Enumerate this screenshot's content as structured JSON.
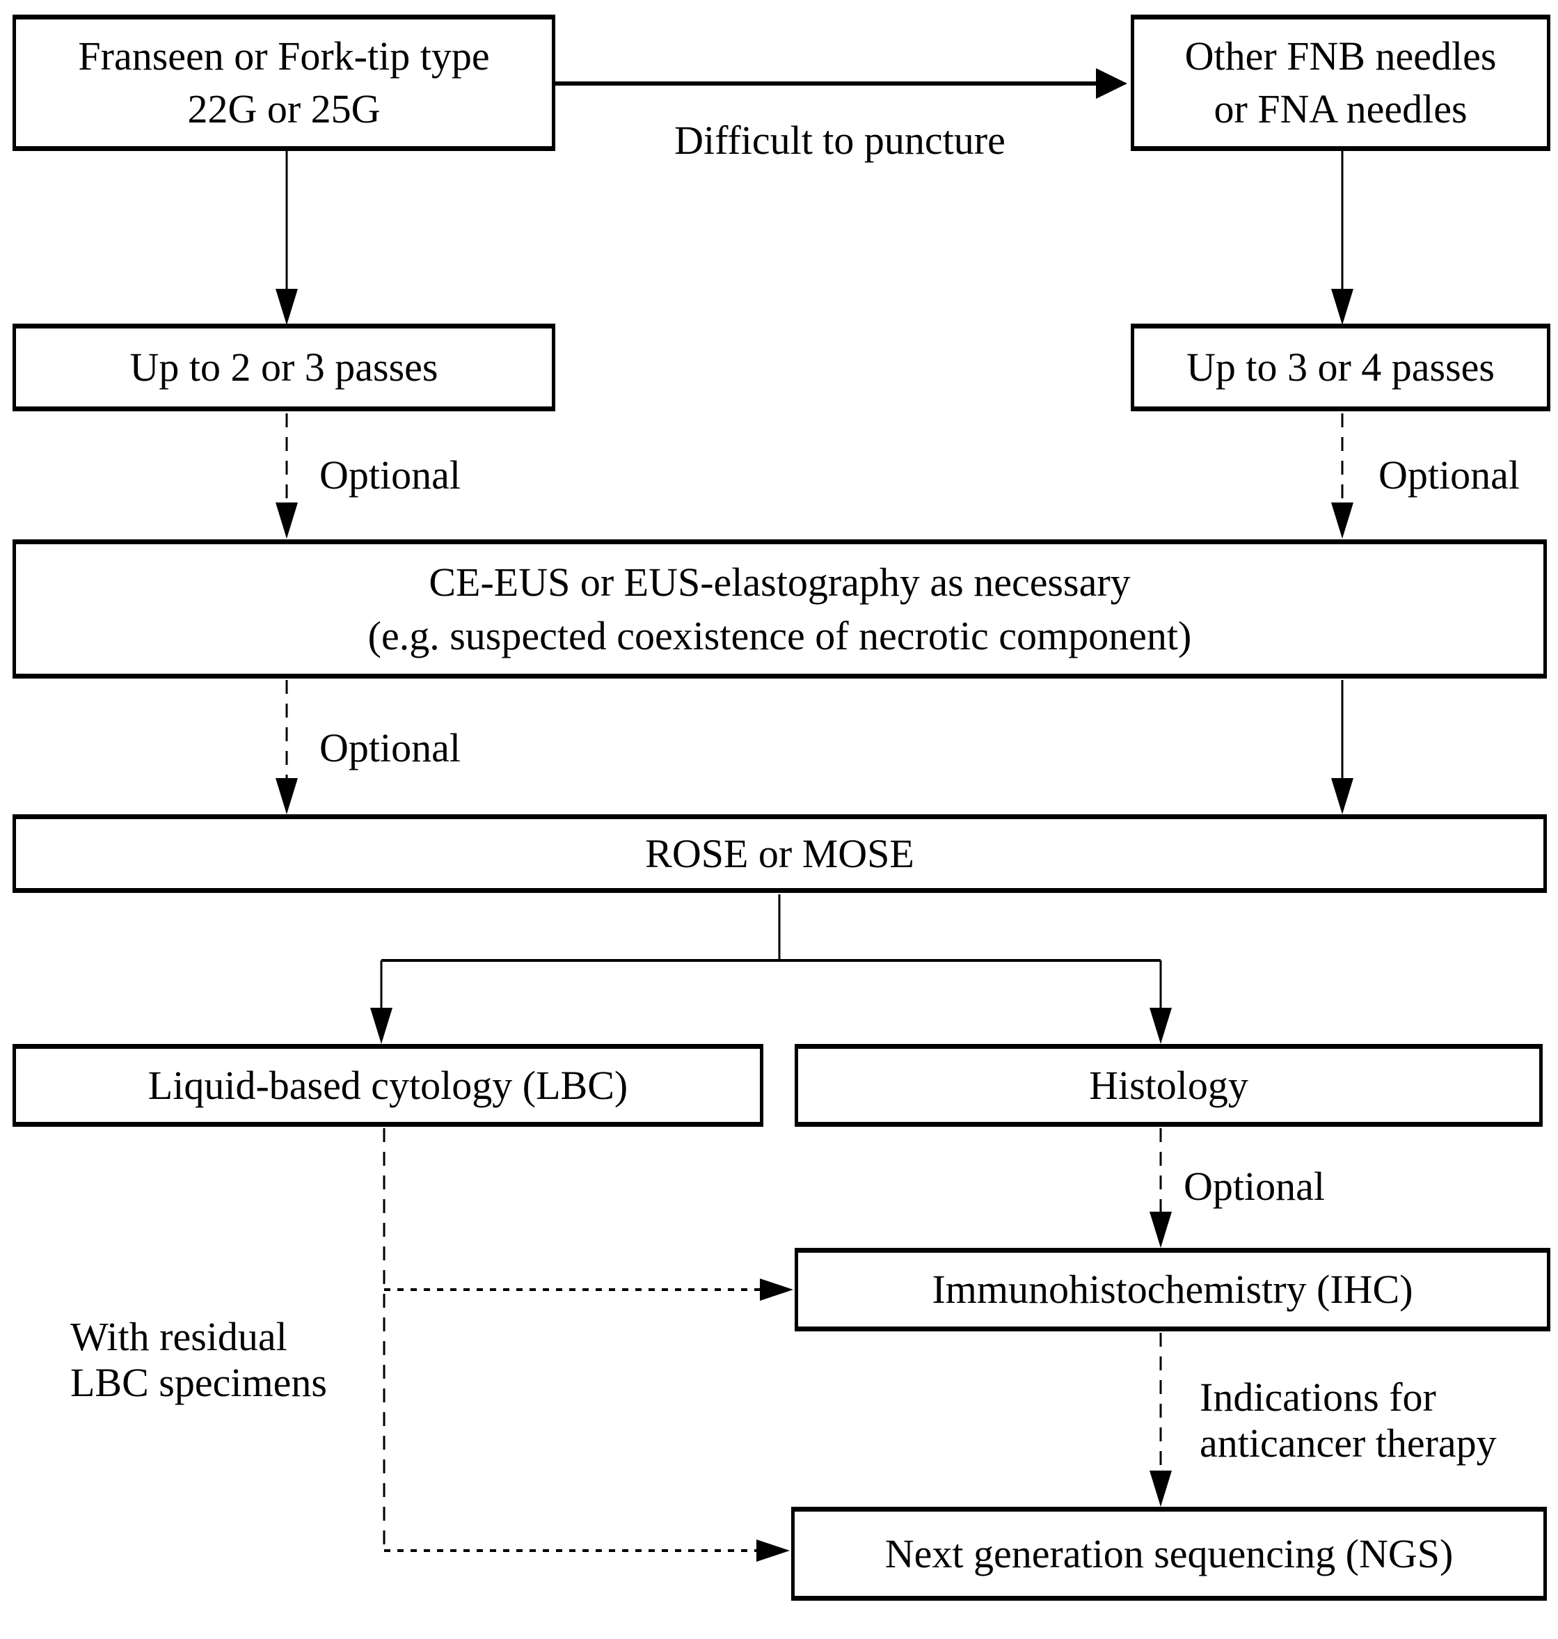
{
  "figure": {
    "kind": "flowchart"
  },
  "nodes": {
    "franseen": {
      "line1": "Franseen or Fork-tip type",
      "line2": "22G or 25G"
    },
    "other_needles": {
      "line1": "Other FNB needles",
      "line2": "or FNA needles"
    },
    "passes_2_3": {
      "label": "Up to 2 or 3 passes"
    },
    "passes_3_4": {
      "label": "Up to 3 or 4 passes"
    },
    "ce_eus": {
      "line1": "CE-EUS or EUS-elastography as necessary",
      "line2": "(e.g. suspected coexistence of necrotic component)"
    },
    "rose_mose": {
      "label": "ROSE or MOSE"
    },
    "lbc": {
      "label": "Liquid-based cytology (LBC)"
    },
    "histology": {
      "label": "Histology"
    },
    "ihc": {
      "label": "Immunohistochemistry (IHC)"
    },
    "ngs": {
      "label": "Next generation sequencing (NGS)"
    }
  },
  "edge_labels": {
    "difficult_to_puncture": "Difficult to puncture",
    "optional_passes_left": "Optional",
    "optional_passes_right": "Optional",
    "optional_ce_eus": "Optional",
    "optional_histology": "Optional",
    "indications": {
      "line1": "Indications for",
      "line2": "anticancer therapy"
    },
    "with_residual": {
      "line1": "With residual",
      "line2": "LBC specimens"
    }
  },
  "style": {
    "line_color": "#000000",
    "text_color": "#000000",
    "box_fill": "#ffffff",
    "background": "#ffffff"
  }
}
